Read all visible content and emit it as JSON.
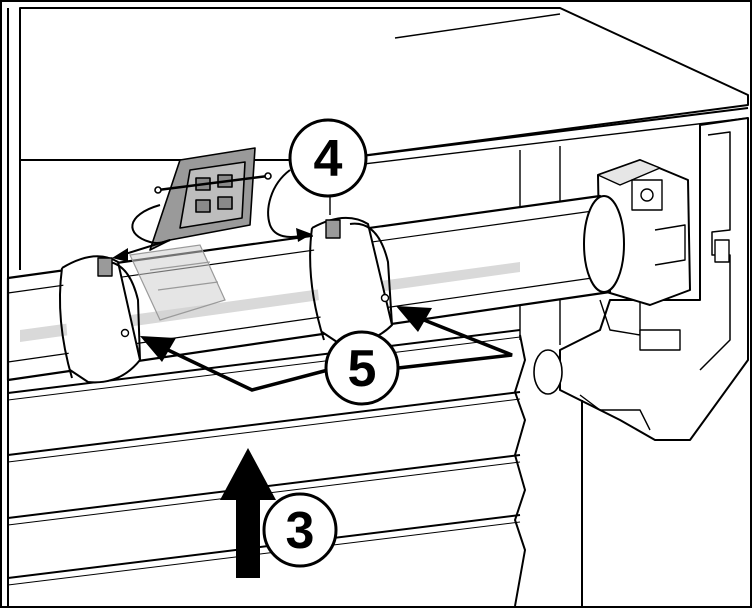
{
  "callouts": {
    "step3": "3",
    "step4": "4",
    "step5": "5"
  },
  "colors": {
    "line": "#000000",
    "fill": "#ffffff",
    "ghost": "#cfcfcf",
    "shade": "#e6e6e6",
    "clip_gray": "#9a9a9a"
  }
}
